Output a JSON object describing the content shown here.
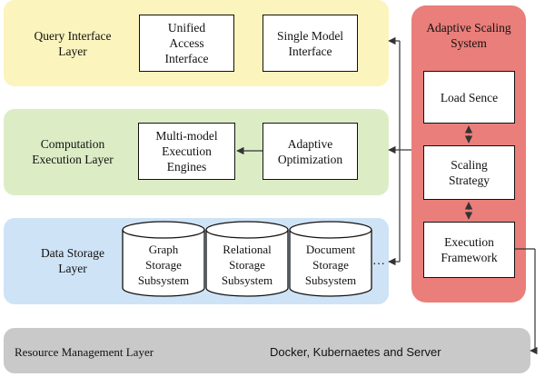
{
  "layers": {
    "query": {
      "label": "Query Interface\nLayer",
      "boxes": [
        "Unified\nAccess\nInterface",
        "Single Model\nInterface"
      ]
    },
    "computation": {
      "label": "Computation\nExecution Layer",
      "boxes": [
        "Multi-model\nExecution\nEngines",
        "Adaptive\nOptimization"
      ]
    },
    "storage": {
      "label": "Data Storage\nLayer",
      "cylinders": [
        "Graph\nStorage\nSubsystem",
        "Relational\nStorage\nSubsystem",
        "Document\nStorage\nSubsystem"
      ],
      "ellipsis": "…"
    },
    "resource": {
      "label": "Resource Management Layer",
      "detail": "Docker, Kubernaetes and Server"
    }
  },
  "adaptive": {
    "title": "Adaptive Scaling\nSystem",
    "boxes": [
      "Load Sence",
      "Scaling\nStrategy",
      "Execution\nFramework"
    ]
  },
  "colors": {
    "query": "#fbf4bd",
    "computation": "#dcedc6",
    "storage": "#cfe3f6",
    "resource": "#c9c9c9",
    "adaptive": "#ea7e7a"
  }
}
